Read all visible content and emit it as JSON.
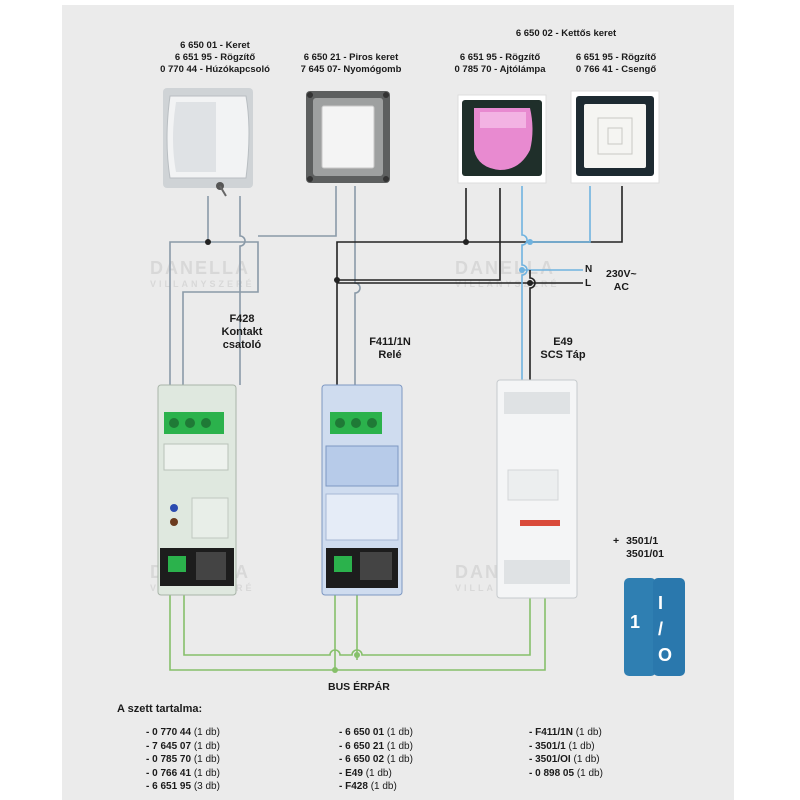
{
  "labels": {
    "pull_switch": [
      "6 650 01 - Keret",
      "6 651 95 - Rögzítő",
      "0 770 44 - Húzókapcsoló"
    ],
    "push_button": [
      "6 650 21 -  Piros keret",
      "7 645 07- Nyomógomb"
    ],
    "double_frame": "6 650 02 - Kettős keret",
    "door_lamp": [
      "6 651 95 - Rögzítő",
      "0 785 70 - Ajtólámpa"
    ],
    "bell": [
      "6 651 95 - Rögzítő",
      "0 766 41 - Csengő"
    ]
  },
  "devices": {
    "f428": [
      "F428",
      "Kontakt",
      "csatoló"
    ],
    "f411": [
      "F411/1N",
      "Relé"
    ],
    "e49": [
      "E49",
      "SCS Táp"
    ]
  },
  "mains": {
    "n": "N",
    "l": "L",
    "voltage": "230V~",
    "ac": "AC"
  },
  "bus_label": "BUS ÉRPÁR",
  "addon": {
    "plus": "+",
    "lines": [
      "3501/1",
      "3501/01"
    ]
  },
  "contents": {
    "title": "A szett tartalma:",
    "columns": [
      [
        {
          "code": "- 0 770 44",
          "qty": "(1 db)"
        },
        {
          "code": "- 7 645 07",
          "qty": "(1 db)"
        },
        {
          "code": "- 0 785 70",
          "qty": "(1 db)"
        },
        {
          "code": "- 0 766 41",
          "qty": "(1 db)"
        },
        {
          "code": "- 6 651 95",
          "qty": "(3 db)"
        }
      ],
      [
        {
          "code": "- 6 650 01",
          "qty": "(1 db)"
        },
        {
          "code": "- 6 650 21",
          "qty": "(1 db)"
        },
        {
          "code": "- 6 650 02",
          "qty": "(1 db)"
        },
        {
          "code": "- E49",
          "qty": "(1 db)"
        },
        {
          "code": "- F428",
          "qty": "(1 db)"
        }
      ],
      [
        {
          "code": "- F411/1N",
          "qty": "(1 db)"
        },
        {
          "code": "- 3501/1",
          "qty": "(1 db)"
        },
        {
          "code": "- 3501/OI",
          "qty": "(1 db)"
        },
        {
          "code": "- 0 898 05",
          "qty": "(1 db)"
        }
      ]
    ]
  },
  "colors": {
    "wire_gray": "#8a9aa8",
    "wire_blue": "#6fb3e0",
    "wire_green": "#86c06a",
    "wire_black": "#222222",
    "terminal_green": "#2bb24c"
  },
  "icons": [
    "pull-switch-icon",
    "push-button-icon",
    "door-lamp-icon",
    "bell-icon",
    "contact-interface-module-icon",
    "relay-module-icon",
    "power-supply-module-icon",
    "io-configurator-icon"
  ]
}
